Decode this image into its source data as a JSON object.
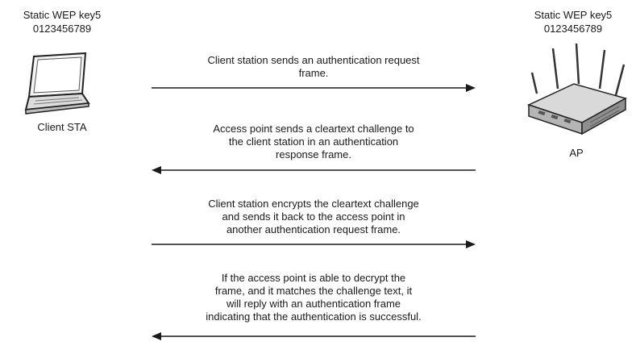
{
  "client": {
    "key_line1": "Static WEP key5",
    "key_line2": "0123456789",
    "name": "Client STA",
    "icon": "laptop-icon"
  },
  "ap": {
    "key_line1": "Static WEP key5",
    "key_line2": "0123456789",
    "name": "AP",
    "icon": "wireless-access-point-icon"
  },
  "messages": [
    {
      "direction": "client-to-ap",
      "lines": [
        "Client station sends an authentication request",
        "frame."
      ]
    },
    {
      "direction": "ap-to-client",
      "lines": [
        "Access point sends a cleartext challenge to",
        "the client station in an authentication",
        "response frame."
      ]
    },
    {
      "direction": "client-to-ap",
      "lines": [
        "Client station encrypts the cleartext challenge",
        "and sends it back to the access point in",
        "another authentication request frame."
      ]
    },
    {
      "direction": "ap-to-client",
      "lines": [
        "If the access point is able to decrypt the",
        "frame, and it matches the challenge text, it",
        "will reply with an authentication frame",
        "indicating that the authentication is successful."
      ]
    }
  ],
  "colors": {
    "line": "#1a1a1a",
    "device_fill": "#e8e8e8",
    "device_stroke": "#333333"
  }
}
